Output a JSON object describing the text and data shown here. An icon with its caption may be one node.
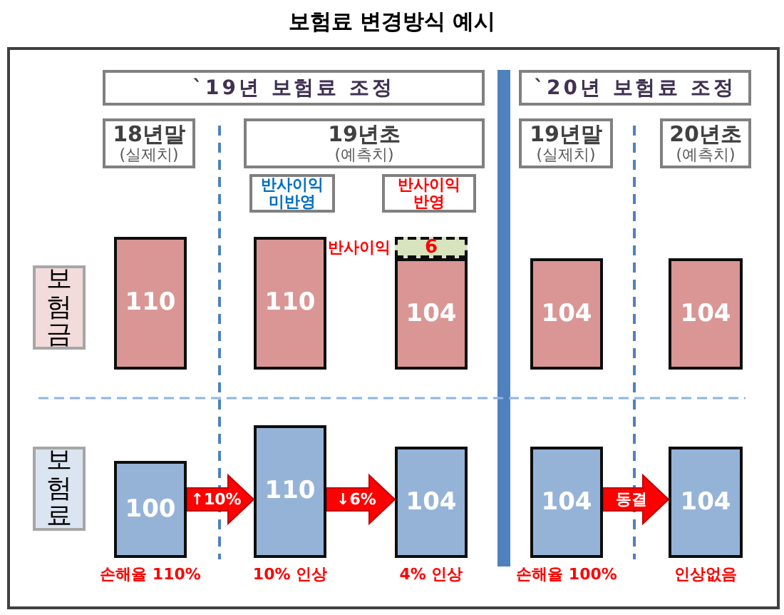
{
  "diagram": {
    "title": "보험료 변경방식 예시",
    "nodes": [
      {
        "text": [
          "`19년 보험료 조정"
        ]
      },
      {
        "text": [
          "`20년 보험료 조정"
        ]
      },
      {
        "text": [
          "18년말",
          "(실제치)"
        ]
      },
      {
        "text": [
          "19년초",
          "(예측치)"
        ]
      },
      {
        "text": [
          "19년말",
          "(실제치)"
        ]
      },
      {
        "text": [
          "20년초",
          "(예측치)"
        ]
      },
      {
        "text": [
          "반사이익 미반영"
        ]
      },
      {
        "text": [
          "반사이익 반영"
        ]
      },
      {
        "text": [
          "보험금"
        ]
      },
      {
        "text": [
          "110"
        ]
      },
      {
        "text": [
          "110"
        ]
      },
      {
        "text": [
          "6"
        ],
        "beside": [
          "반사이익"
        ]
      },
      {
        "text": [
          "104"
        ]
      },
      {
        "text": [
          "104"
        ]
      },
      {
        "text": [
          "104"
        ]
      },
      {
        "text": [
          "보험료"
        ]
      },
      {
        "text": [
          "100"
        ],
        "beside": [
          "손해율 110%"
        ]
      },
      {
        "text": [
          "110"
        ],
        "beside": [
          "10% 인상"
        ]
      },
      {
        "text": [
          "104"
        ],
        "beside": [
          "4% 인상"
        ]
      },
      {
        "text": [
          "104"
        ],
        "beside": [
          "손해율 100%"
        ]
      },
      {
        "text": [
          "104"
        ],
        "beside": [
          "인상없음"
        ]
      }
    ],
    "edges": [
      {
        "from": 16,
        "to": 17,
        "arrow": "to",
        "label": "↑10%",
        "style": "thick"
      },
      {
        "from": 17,
        "to": 18,
        "arrow": "to",
        "label": "↓6%",
        "style": "thick"
      },
      {
        "from": 19,
        "to": 20,
        "arrow": "to",
        "label": "동결",
        "style": "thick"
      }
    ]
  }
}
